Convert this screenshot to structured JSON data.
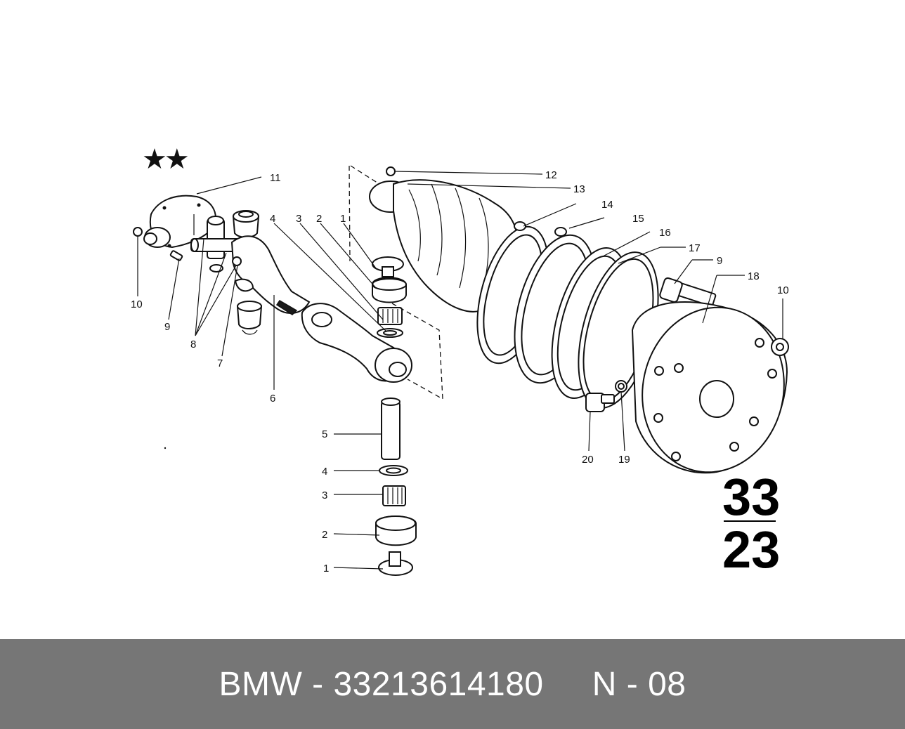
{
  "footer": {
    "text": "BMW - 33213614180     N - 08"
  },
  "diagram": {
    "stars": "★★",
    "section_top": "33",
    "section_bottom": "23",
    "callouts": [
      {
        "id": "c11",
        "label": "11"
      },
      {
        "id": "c10a",
        "label": "10"
      },
      {
        "id": "c9a",
        "label": "9"
      },
      {
        "id": "c8",
        "label": "8"
      },
      {
        "id": "c7",
        "label": "7"
      },
      {
        "id": "c6",
        "label": "6"
      },
      {
        "id": "c4a",
        "label": "4"
      },
      {
        "id": "c3a",
        "label": "3"
      },
      {
        "id": "c2a",
        "label": "2"
      },
      {
        "id": "c1a",
        "label": "1"
      },
      {
        "id": "c5",
        "label": "5"
      },
      {
        "id": "c4b",
        "label": "4"
      },
      {
        "id": "c3b",
        "label": "3"
      },
      {
        "id": "c2b",
        "label": "2"
      },
      {
        "id": "c1b",
        "label": "1"
      },
      {
        "id": "c12",
        "label": "12"
      },
      {
        "id": "c13",
        "label": "13"
      },
      {
        "id": "c14",
        "label": "14"
      },
      {
        "id": "c15",
        "label": "15"
      },
      {
        "id": "c16",
        "label": "16"
      },
      {
        "id": "c17",
        "label": "17"
      },
      {
        "id": "c9b",
        "label": "9"
      },
      {
        "id": "c18",
        "label": "18"
      },
      {
        "id": "c10b",
        "label": "10"
      },
      {
        "id": "c20",
        "label": "20"
      },
      {
        "id": "c19",
        "label": "19"
      }
    ]
  }
}
